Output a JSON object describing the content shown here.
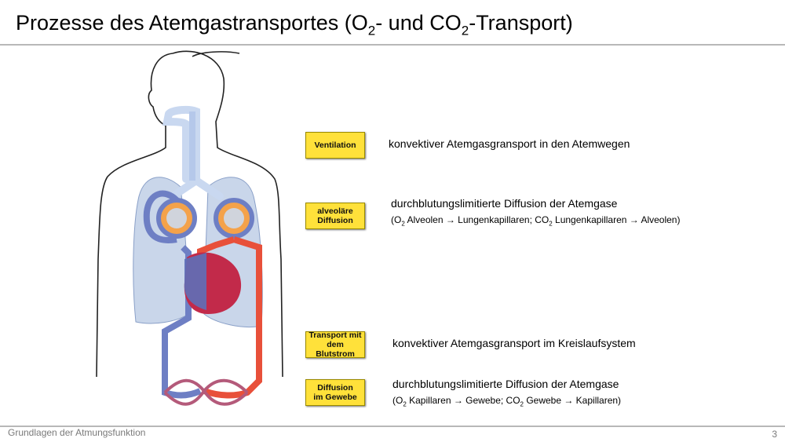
{
  "title": {
    "prefix": "Prozesse des Atemgastransportes  (O",
    "sub1": "2",
    "mid": "- und CO",
    "sub2": "2",
    "suffix": "-Transport)"
  },
  "steps": [
    {
      "tag_lines": [
        "Ventilation"
      ],
      "description": "konvektiver Atemgasgransport in den Atemwegen"
    },
    {
      "tag_lines": [
        "alveoläre",
        "Diffusion"
      ],
      "description": "durchblutungslimitierte Diffusion der Atemgase",
      "detail": {
        "a1": "(O",
        "s1": "2",
        "a2": " Alveolen → Lungenkapillaren;  CO",
        "s2": "2",
        "a3": " Lungenkapillaren → Alveolen)"
      }
    },
    {
      "tag_lines": [
        "Transport mit",
        "dem Blutstrom"
      ],
      "description": "konvektiver Atemgasgransport im Kreislaufsystem"
    },
    {
      "tag_lines": [
        "Diffusion",
        "im Gewebe"
      ],
      "description": "durchblutungslimitierte Diffusion der Atemgase",
      "detail": {
        "a1": "(O",
        "s1": "2",
        "a2": " Kapillaren → Gewebe;  CO",
        "s2": "2",
        "a3": " Gewebe → Kapillaren)"
      }
    }
  ],
  "footer": "Grundlagen der Atmungsfunktion",
  "page_number": "3",
  "colors": {
    "tag_fill": "#ffe13a",
    "venous": "#6e7fc4",
    "arterial": "#e8503a",
    "lung": "#c9d6ea",
    "airway": "#c9d8f0"
  }
}
